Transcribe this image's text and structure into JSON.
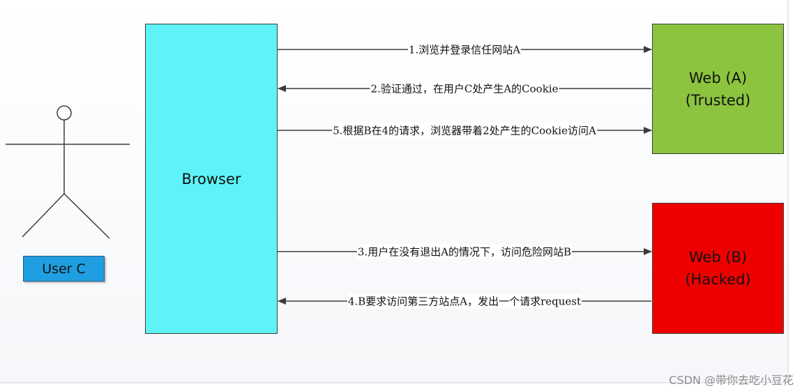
{
  "actor": {
    "label": "User C"
  },
  "nodes": {
    "browser": "Browser",
    "web_a": "Web (A)\n(Trusted)",
    "web_b": "Web (B)\n(Hacked)"
  },
  "arrows": [
    {
      "label": "1.浏览并登录信任网站A",
      "from": "browser",
      "to": "web_a"
    },
    {
      "label": "2.验证通过，在用户C处产生A的Cookie",
      "from": "web_a",
      "to": "browser"
    },
    {
      "label": "5.根据B在4的请求，浏览器带着2处产生的Cookie访问A",
      "from": "browser",
      "to": "web_a"
    },
    {
      "label": "3.用户在没有退出A的情况下，访问危险网站B",
      "from": "browser",
      "to": "web_b"
    },
    {
      "label": "4.B要求访问第三方站点A，发出一个请求request",
      "from": "web_b",
      "to": "browser"
    }
  ],
  "watermark": "CSDN @带你去吃小豆花",
  "colors": {
    "browser": "#5ff3f7",
    "web_a": "#8cc43f",
    "web_b": "#ee0000",
    "user_label": "#1f9fe2",
    "lines": "#3c3c3c"
  }
}
